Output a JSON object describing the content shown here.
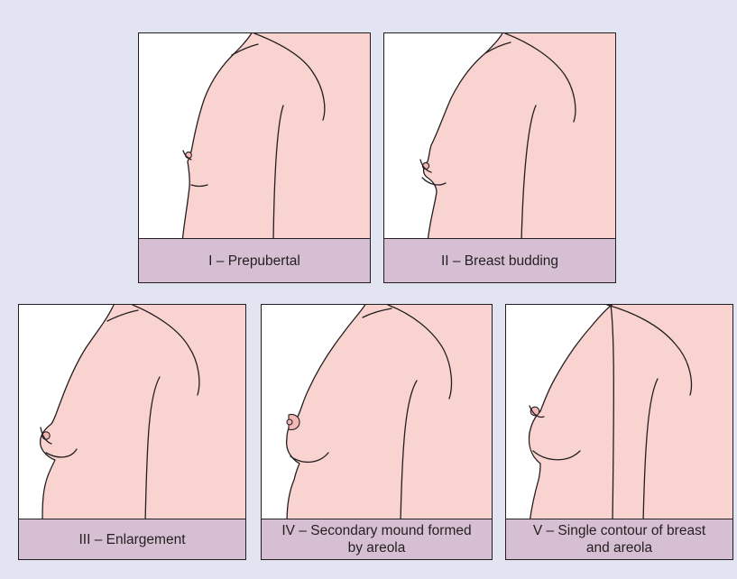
{
  "colors": {
    "background": "#e3e4f1",
    "skin": "#f8d3cf",
    "caption_band": "#d6bfd2",
    "outline": "#231f20"
  },
  "stages": [
    {
      "id": "I",
      "caption": "I – Prepubertal"
    },
    {
      "id": "II",
      "caption": "II – Breast budding"
    },
    {
      "id": "III",
      "caption": "III – Enlargement"
    },
    {
      "id": "IV",
      "caption": "IV – Secondary mound formed\nby areola"
    },
    {
      "id": "V",
      "caption": "V – Single contour of breast\nand areola"
    }
  ]
}
